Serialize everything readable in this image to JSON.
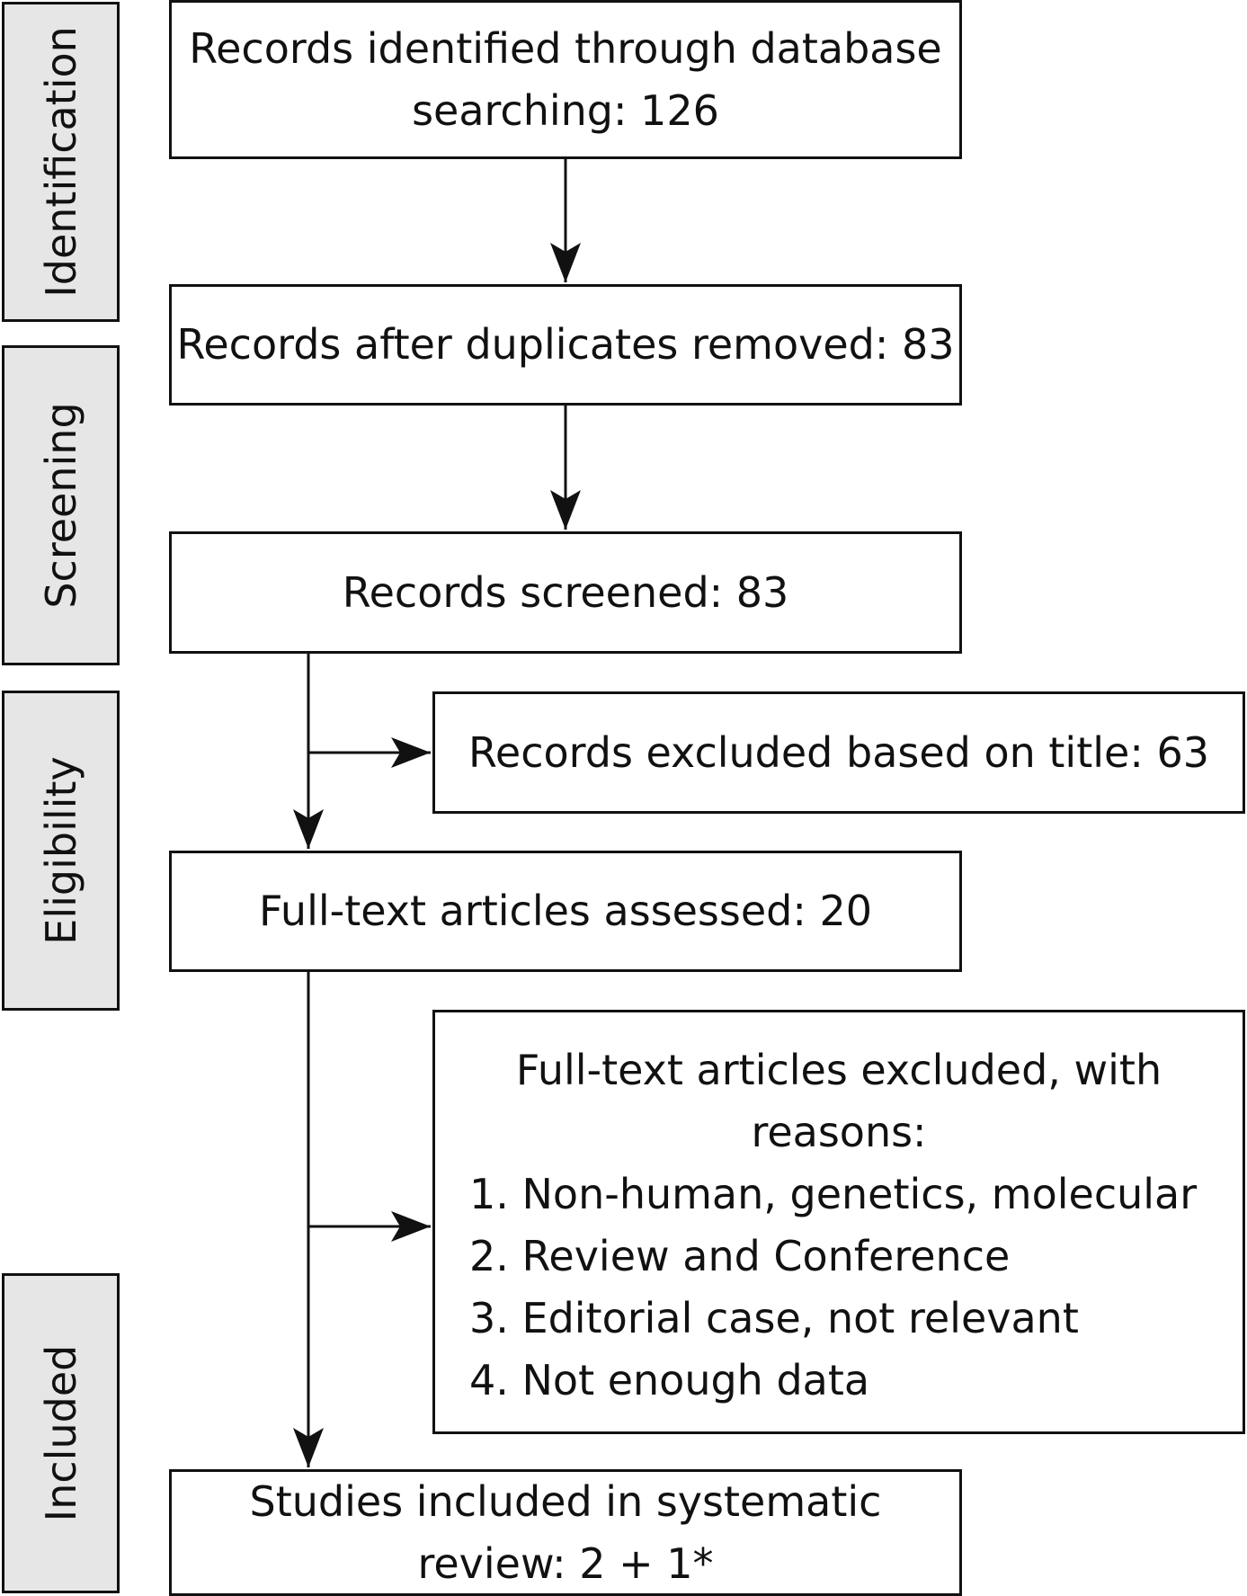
{
  "phases": {
    "identification": "Identification",
    "screening": "Screening",
    "eligibility": "Eligibility",
    "included": "Included"
  },
  "boxes": {
    "identified": {
      "line1": "Records identified through database",
      "line2": "searching: 126"
    },
    "deduplicated": {
      "text": "Records after duplicates removed: 83"
    },
    "screened": {
      "text": "Records screened: 83"
    },
    "excluded_title": {
      "text": "Records excluded based on title: 63"
    },
    "fulltext_assessed": {
      "text": "Full-text articles assessed: 20"
    },
    "fulltext_excluded": {
      "line1": "Full-text articles excluded, with",
      "line2": "reasons:",
      "reasons": [
        "1. Non-human, genetics, molecular",
        "2. Review and Conference",
        "3. Editorial case, not relevant",
        "4. Not enough data"
      ]
    },
    "included": {
      "line1": "Studies included in systematic",
      "line2": "review: 2 + 1*"
    }
  },
  "colors": {
    "stroke": "#111111",
    "phase_fill": "#e6e6e6"
  }
}
